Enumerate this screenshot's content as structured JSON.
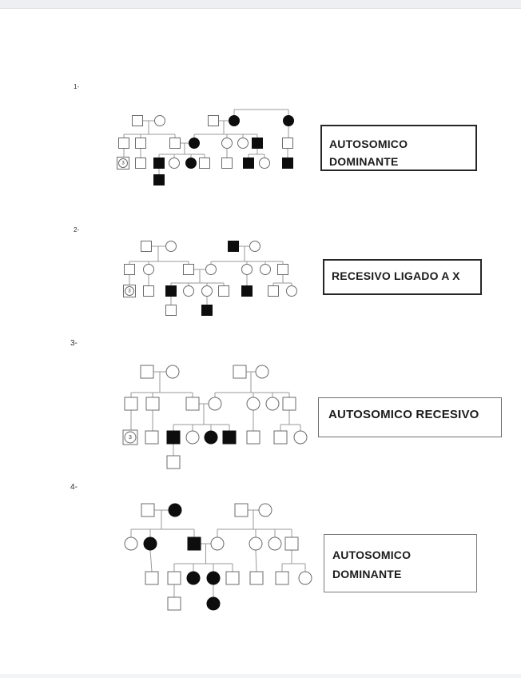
{
  "page": {
    "background": "#ffffff",
    "top_band_color": "#edeff2"
  },
  "colors": {
    "connector": "#9a9a9a",
    "outline": "#6b6b6b",
    "affected": "#0d0d0d",
    "label_text": "#1b1b1b"
  },
  "multiple_symbol_text": "3",
  "items": [
    {
      "number": "1-",
      "diagnosis": {
        "lines": [
          "AUTOSOMICO",
          "DOMINANTE"
        ]
      },
      "pedigree": {
        "symbol_size": 13,
        "nodes": [
          [
            "sq",
            172,
            151
          ],
          [
            "ci",
            200,
            151
          ],
          [
            "sq",
            267,
            151
          ],
          [
            "fc",
            293,
            151
          ],
          [
            "fc",
            361,
            151
          ],
          [
            "sq",
            155,
            179
          ],
          [
            "sq",
            176,
            179
          ],
          [
            "sq",
            219,
            179
          ],
          [
            "fc",
            243,
            179
          ],
          [
            "ci",
            284,
            179
          ],
          [
            "ci",
            304,
            179
          ],
          [
            "fs",
            322,
            179
          ],
          [
            "sq",
            360,
            179
          ],
          [
            "m3",
            154,
            204
          ],
          [
            "sq",
            176,
            204
          ],
          [
            "fs",
            199,
            204
          ],
          [
            "ci",
            218,
            204
          ],
          [
            "fc",
            239,
            204
          ],
          [
            "sq",
            256,
            204
          ],
          [
            "sq",
            284,
            204
          ],
          [
            "fs",
            311,
            204
          ],
          [
            "ci",
            331,
            204
          ],
          [
            "fs",
            360,
            204
          ],
          [
            "fs",
            199,
            225
          ]
        ],
        "segments": [
          [
            178.5,
            151,
            193.5,
            151
          ],
          [
            186,
            151,
            186,
            168
          ],
          [
            155,
            168,
            219,
            168
          ],
          [
            155,
            168,
            155,
            172.5
          ],
          [
            176,
            168,
            176,
            172.5
          ],
          [
            219,
            168,
            219,
            172.5
          ],
          [
            273.5,
            151,
            286.5,
            151
          ],
          [
            280,
            151,
            280,
            168
          ],
          [
            243,
            168,
            322,
            168
          ],
          [
            243,
            168,
            243,
            172.5
          ],
          [
            284,
            168,
            284,
            172.5
          ],
          [
            304,
            168,
            304,
            172.5
          ],
          [
            322,
            168,
            322,
            172.5
          ],
          [
            293,
            144.5,
            293,
            137
          ],
          [
            293,
            137,
            361,
            137
          ],
          [
            361,
            137,
            361,
            144.5
          ],
          [
            361,
            157.5,
            361,
            172.5
          ],
          [
            360,
            185.5,
            360,
            197.5
          ],
          [
            225.5,
            179,
            236.5,
            179
          ],
          [
            231,
            179,
            231,
            193
          ],
          [
            199,
            193,
            256,
            193
          ],
          [
            199,
            193,
            199,
            197.5
          ],
          [
            218,
            193,
            218,
            197.5
          ],
          [
            239,
            193,
            239,
            197.5
          ],
          [
            256,
            193,
            256,
            197.5
          ],
          [
            155,
            185.5,
            155,
            197
          ],
          [
            176,
            185.5,
            176,
            197.5
          ],
          [
            284,
            185.5,
            284,
            197.5
          ],
          [
            322,
            185.5,
            322,
            193
          ],
          [
            311,
            193,
            331,
            193
          ],
          [
            311,
            193,
            311,
            197.5
          ],
          [
            331,
            193,
            331,
            197.5
          ],
          [
            199,
            210.5,
            199,
            218.5
          ]
        ]
      }
    },
    {
      "number": "2-",
      "diagnosis": {
        "lines": [
          "RECESIVO LIGADO A X"
        ]
      },
      "pedigree": {
        "symbol_size": 13,
        "nodes": [
          [
            "sq",
            183,
            308
          ],
          [
            "ci",
            214,
            308
          ],
          [
            "fs",
            292,
            308
          ],
          [
            "ci",
            319,
            308
          ],
          [
            "sq",
            162,
            337
          ],
          [
            "ci",
            186,
            337
          ],
          [
            "sq",
            236,
            337
          ],
          [
            "ci",
            264,
            337
          ],
          [
            "ci",
            309,
            337
          ],
          [
            "ci",
            332,
            337
          ],
          [
            "sq",
            354,
            337
          ],
          [
            "m3",
            162,
            364
          ],
          [
            "sq",
            186,
            364
          ],
          [
            "fs",
            214,
            364
          ],
          [
            "ci",
            236,
            364
          ],
          [
            "ci",
            259,
            364
          ],
          [
            "sq",
            280,
            364
          ],
          [
            "fs",
            309,
            364
          ],
          [
            "sq",
            342,
            364
          ],
          [
            "ci",
            365,
            364
          ],
          [
            "sq",
            214,
            388
          ],
          [
            "fs",
            259,
            388
          ]
        ],
        "segments": [
          [
            189.5,
            308,
            207.5,
            308
          ],
          [
            198,
            308,
            198,
            327
          ],
          [
            162,
            327,
            236,
            327
          ],
          [
            162,
            327,
            162,
            330.5
          ],
          [
            186,
            327,
            186,
            330.5
          ],
          [
            236,
            327,
            236,
            330.5
          ],
          [
            298.5,
            308,
            312.5,
            308
          ],
          [
            306,
            308,
            306,
            327
          ],
          [
            264,
            327,
            354,
            327
          ],
          [
            264,
            327,
            264,
            330.5
          ],
          [
            309,
            327,
            309,
            330.5
          ],
          [
            332,
            327,
            332,
            330.5
          ],
          [
            354,
            327,
            354,
            330.5
          ],
          [
            242.5,
            337,
            257.5,
            337
          ],
          [
            250,
            337,
            250,
            354
          ],
          [
            214,
            354,
            280,
            354
          ],
          [
            214,
            354,
            214,
            357.5
          ],
          [
            236,
            354,
            236,
            357.5
          ],
          [
            259,
            354,
            259,
            357.5
          ],
          [
            280,
            354,
            280,
            357.5
          ],
          [
            162,
            343.5,
            162,
            357
          ],
          [
            186,
            343.5,
            186,
            357.5
          ],
          [
            309,
            343.5,
            309,
            357.5
          ],
          [
            354,
            343.5,
            354,
            354
          ],
          [
            342,
            354,
            365,
            354
          ],
          [
            342,
            354,
            342,
            357.5
          ],
          [
            365,
            354,
            365,
            357.5
          ],
          [
            214,
            370.5,
            214,
            381.5
          ],
          [
            259,
            370.5,
            259,
            381.5
          ]
        ]
      }
    },
    {
      "number": "3-",
      "diagnosis": {
        "lines": [
          "AUTOSOMICO RECESIVO"
        ]
      },
      "pedigree": {
        "symbol_size": 16,
        "nodes": [
          [
            "sq",
            184,
            465
          ],
          [
            "ci",
            216,
            465
          ],
          [
            "sq",
            300,
            465
          ],
          [
            "ci",
            328,
            465
          ],
          [
            "sq",
            164,
            505
          ],
          [
            "sq",
            191,
            505
          ],
          [
            "sq",
            241,
            505
          ],
          [
            "ci",
            269,
            505
          ],
          [
            "ci",
            317,
            505
          ],
          [
            "ci",
            341,
            505
          ],
          [
            "sq",
            362,
            505
          ],
          [
            "m3",
            163,
            547
          ],
          [
            "sq",
            190,
            547
          ],
          [
            "fs",
            217,
            547
          ],
          [
            "ci",
            241,
            547
          ],
          [
            "fc",
            264,
            547
          ],
          [
            "fs",
            287,
            547
          ],
          [
            "sq",
            317,
            547
          ],
          [
            "sq",
            351,
            547
          ],
          [
            "ci",
            376,
            547
          ],
          [
            "sq",
            217,
            578
          ]
        ],
        "segments": [
          [
            192,
            465,
            208,
            465
          ],
          [
            200,
            465,
            200,
            491
          ],
          [
            164,
            491,
            241,
            491
          ],
          [
            164,
            491,
            164,
            497
          ],
          [
            191,
            491,
            191,
            497
          ],
          [
            241,
            491,
            241,
            497
          ],
          [
            308,
            465,
            320,
            465
          ],
          [
            314,
            465,
            314,
            491
          ],
          [
            269,
            491,
            362,
            491
          ],
          [
            269,
            491,
            269,
            497
          ],
          [
            317,
            491,
            317,
            497
          ],
          [
            341,
            491,
            341,
            497
          ],
          [
            362,
            491,
            362,
            497
          ],
          [
            249,
            505,
            261,
            505
          ],
          [
            255,
            505,
            255,
            531
          ],
          [
            217,
            531,
            287,
            531
          ],
          [
            217,
            531,
            217,
            539
          ],
          [
            241,
            531,
            241,
            539
          ],
          [
            264,
            531,
            264,
            539
          ],
          [
            287,
            531,
            287,
            539
          ],
          [
            164,
            513,
            164,
            538.5
          ],
          [
            191,
            513,
            191,
            539
          ],
          [
            317,
            513,
            317,
            539
          ],
          [
            362,
            513,
            362,
            531
          ],
          [
            351,
            531,
            376,
            531
          ],
          [
            351,
            531,
            351,
            539
          ],
          [
            376,
            531,
            376,
            539
          ],
          [
            217,
            555,
            217,
            570
          ]
        ]
      }
    },
    {
      "number": "4-",
      "diagnosis": {
        "lines": [
          "AUTOSOMICO",
          "DOMINANTE"
        ]
      },
      "pedigree": {
        "symbol_size": 16,
        "nodes": [
          [
            "sq",
            185,
            638
          ],
          [
            "fc",
            219,
            638
          ],
          [
            "sq",
            302,
            638
          ],
          [
            "ci",
            332,
            638
          ],
          [
            "ci",
            164,
            680
          ],
          [
            "fc",
            188,
            680
          ],
          [
            "fs",
            243,
            680
          ],
          [
            "ci",
            272,
            680
          ],
          [
            "ci",
            320,
            680
          ],
          [
            "ci",
            344,
            680
          ],
          [
            "sq",
            365,
            680
          ],
          [
            "sq",
            190,
            723
          ],
          [
            "sq",
            218,
            723
          ],
          [
            "fc",
            242,
            723
          ],
          [
            "fc",
            267,
            723
          ],
          [
            "sq",
            291,
            723
          ],
          [
            "sq",
            321,
            723
          ],
          [
            "sq",
            353,
            723
          ],
          [
            "ci",
            382,
            723
          ],
          [
            "sq",
            218,
            755
          ],
          [
            "fc",
            267,
            755
          ]
        ],
        "segments": [
          [
            193,
            638,
            211,
            638
          ],
          [
            202,
            638,
            202,
            662
          ],
          [
            164,
            662,
            243,
            662
          ],
          [
            164,
            662,
            164,
            672
          ],
          [
            188,
            662,
            188,
            672
          ],
          [
            243,
            662,
            243,
            672
          ],
          [
            310,
            638,
            324,
            638
          ],
          [
            317,
            638,
            317,
            662
          ],
          [
            272,
            662,
            365,
            662
          ],
          [
            272,
            662,
            272,
            672
          ],
          [
            320,
            662,
            320,
            672
          ],
          [
            344,
            662,
            344,
            672
          ],
          [
            365,
            662,
            365,
            672
          ],
          [
            251,
            680,
            264,
            680
          ],
          [
            257.5,
            680,
            257.5,
            705
          ],
          [
            218,
            705,
            291,
            705
          ],
          [
            218,
            705,
            218,
            715
          ],
          [
            242,
            705,
            242,
            715
          ],
          [
            267,
            705,
            267,
            715
          ],
          [
            291,
            705,
            291,
            715
          ],
          [
            188,
            688,
            190,
            715
          ],
          [
            320,
            688,
            321,
            715
          ],
          [
            365,
            688,
            365,
            705
          ],
          [
            353,
            705,
            382,
            705
          ],
          [
            353,
            705,
            353,
            715
          ],
          [
            382,
            705,
            382,
            715
          ],
          [
            218,
            731,
            218,
            747
          ],
          [
            267,
            731,
            267,
            747
          ]
        ]
      }
    }
  ]
}
